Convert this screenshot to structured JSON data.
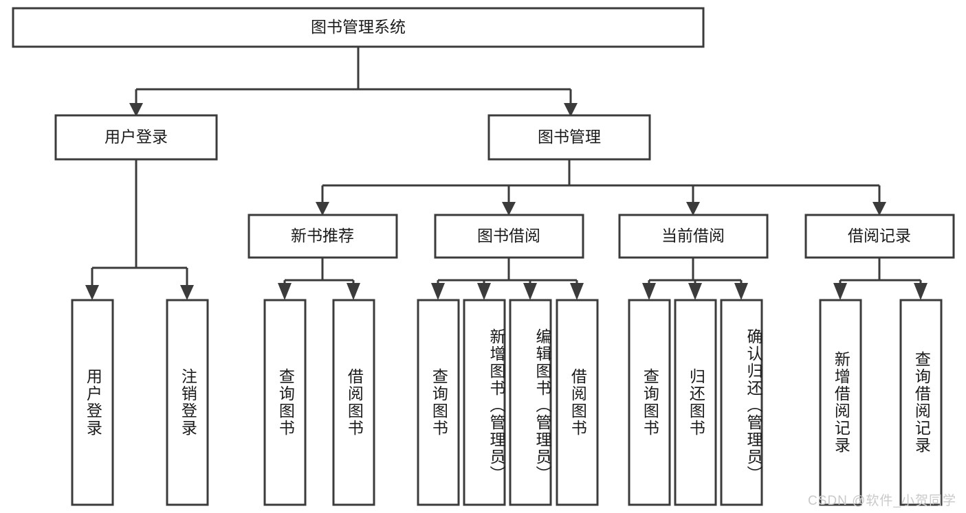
{
  "diagram": {
    "title": "图书管理系统",
    "root": {
      "label": "图书管理系统"
    },
    "level2": [
      {
        "label": "用户登录"
      },
      {
        "label": "图书管理"
      }
    ],
    "level3": [
      {
        "label": "新书推荐"
      },
      {
        "label": "图书借阅"
      },
      {
        "label": "当前借阅"
      },
      {
        "label": "借阅记录"
      }
    ],
    "leaves": {
      "user_login": [
        {
          "label": "用户登录"
        },
        {
          "label": "注销登录"
        }
      ],
      "new_book_recommend": [
        {
          "label": "查询图书"
        },
        {
          "label": "借阅图书"
        }
      ],
      "book_borrow": [
        {
          "label": "查询图书"
        },
        {
          "label": "新增图书（管理员）"
        },
        {
          "label": "编辑图书（管理员）"
        },
        {
          "label": "借阅图书"
        }
      ],
      "current_borrow": [
        {
          "label": "查询图书"
        },
        {
          "label": "归还图书"
        },
        {
          "label": "确认归还（管理员）"
        }
      ],
      "borrow_record": [
        {
          "label": "新增借阅记录"
        },
        {
          "label": "查询借阅记录"
        }
      ]
    }
  },
  "watermark": {
    "text": "CSDN @软件_小贺同学"
  },
  "colors": {
    "stroke": "#3b3b3b",
    "fill": "#ffffff",
    "text": "#1a1a1a",
    "watermark": "#c9c9c9"
  }
}
